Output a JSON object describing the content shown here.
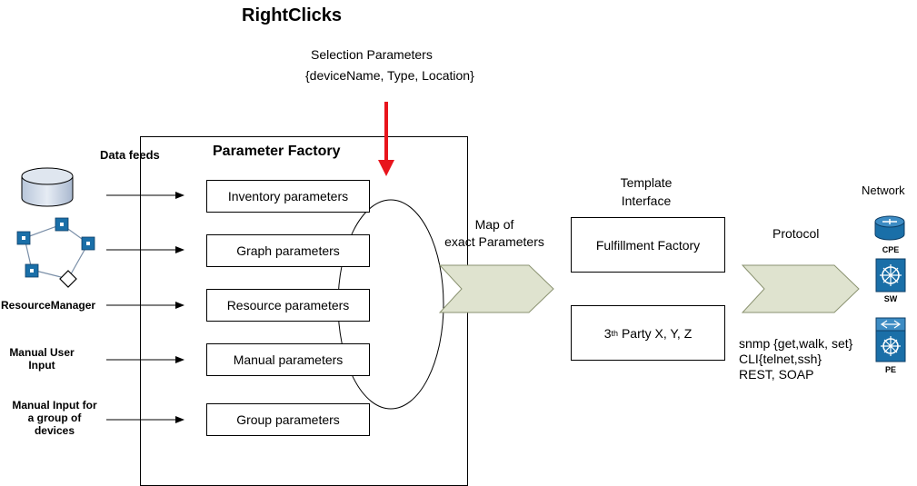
{
  "title": "RightClicks",
  "selection": {
    "line1": "Selection Parameters",
    "line2": "{deviceName, Type, Location}"
  },
  "data_feeds_label": "Data feeds",
  "parameter_factory": {
    "title": "Parameter Factory",
    "items": [
      "Inventory parameters",
      "Graph parameters",
      "Resource parameters",
      "Manual parameters",
      "Group  parameters"
    ]
  },
  "sources": {
    "resource_manager": "ResourceManager",
    "manual_user_input": [
      "Manual User",
      "Input"
    ],
    "manual_group_input": [
      "Manual Input for",
      "a group of",
      "devices"
    ]
  },
  "map_label": [
    "Map of",
    "exact Parameters"
  ],
  "template_interface": [
    "Template",
    "Interface"
  ],
  "fulfillment_factory": "Fulfillment Factory",
  "third_party": {
    "prefix": "3",
    "sup": "th",
    "rest": " Party X, Y, Z"
  },
  "protocol_label": "Protocol",
  "protocol_list": [
    "snmp {get,walk, set}",
    "CLI{telnet,ssh}",
    "REST, SOAP"
  ],
  "network": {
    "label": "Network",
    "devices": [
      "CPE",
      "SW",
      "PE"
    ]
  },
  "colors": {
    "arrow_red": "#e8141c",
    "chevron_fill": "#dfe3cf",
    "device_blue": "#1a6fa8",
    "database_fill": "#c9d4e3"
  }
}
